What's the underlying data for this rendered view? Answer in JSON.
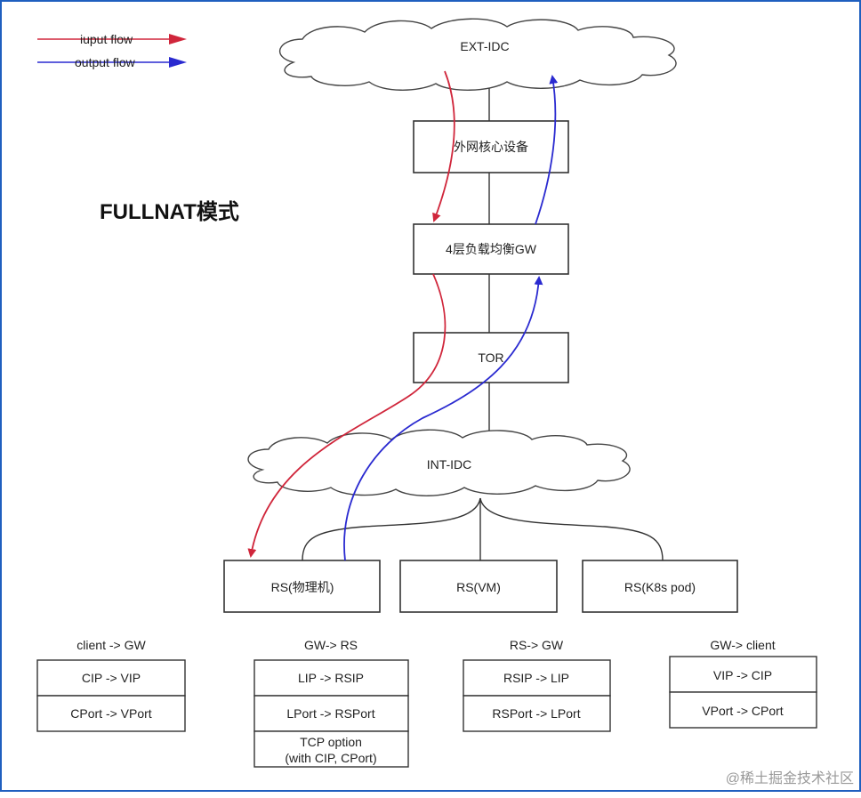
{
  "title": "FULLNAT模式",
  "legend": [
    {
      "label": "iuput flow",
      "color": "#d0263b"
    },
    {
      "label": "output flow",
      "color": "#2a2ad0"
    }
  ],
  "clouds": {
    "top": "EXT-IDC",
    "bottom": "INT-IDC"
  },
  "nodes": {
    "core": "外网核心设备",
    "gw": "4层负载均衡GW",
    "tor": "TOR",
    "rs1": "RS(物理机)",
    "rs2": "RS(VM)",
    "rs3": "RS(K8s pod)"
  },
  "tables": [
    {
      "header": "client -> GW",
      "rows": [
        "CIP -> VIP",
        "CPort -> VPort"
      ]
    },
    {
      "header": "GW-> RS",
      "rows": [
        "LIP -> RSIP",
        "LPort -> RSPort"
      ],
      "extra": [
        "TCP option",
        "(with CIP, CPort)"
      ]
    },
    {
      "header": "RS-> GW",
      "rows": [
        "RSIP -> LIP",
        "RSPort -> LPort"
      ]
    },
    {
      "header": "GW-> client",
      "rows": [
        "VIP -> CIP",
        "VPort -> CPort"
      ]
    }
  ],
  "watermark": "@稀土掘金技术社区",
  "colors": {
    "input": "#d0263b",
    "output": "#2a2ad0",
    "frame": "#1f5fbf"
  }
}
